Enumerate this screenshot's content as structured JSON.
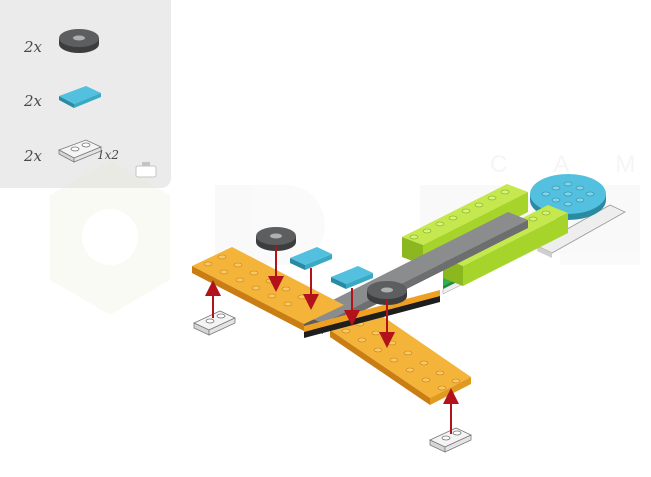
{
  "parts_list": {
    "items": [
      {
        "quantity": "2x",
        "part": "round-tile-2x2-dark-gray-icon"
      },
      {
        "quantity": "2x",
        "part": "tile-1x2-teal-icon"
      },
      {
        "quantity": "2x",
        "part": "plate-1x2-white-icon",
        "size_label": "1x2"
      }
    ]
  },
  "watermark": {
    "text": "CAM"
  },
  "colors": {
    "panel": "#ebebeb",
    "orange": "#f0a020",
    "lime": "#a6d42a",
    "green": "#2bb14c",
    "gray": "#8a8c8e",
    "teal": "#3aa9c2",
    "sky": "#52c0de",
    "arrow": "#b3121b"
  }
}
